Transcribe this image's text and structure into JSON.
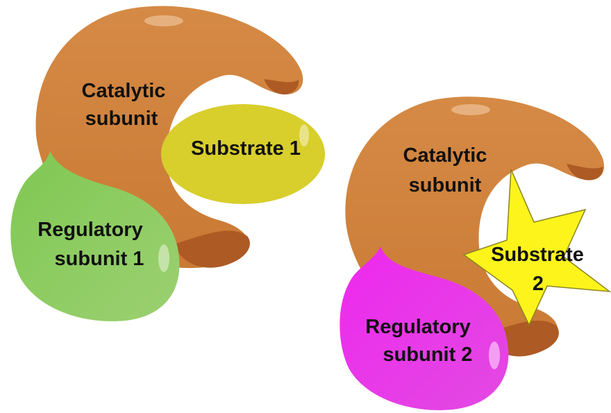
{
  "diagram": {
    "complex_1": {
      "catalytic": {
        "line1": "Catalytic",
        "line2": "subunit",
        "color": "#d5873f"
      },
      "substrate": {
        "text": "Substrate 1",
        "color": "#d7cc2b"
      },
      "regulatory": {
        "line1": "Regulatory",
        "line2": "subunit 1",
        "color": "#8cca5d"
      }
    },
    "complex_2": {
      "catalytic": {
        "line1": "Catalytic",
        "line2": "subunit",
        "color": "#d5873f"
      },
      "substrate": {
        "line1": "Substrate",
        "line2": "2",
        "color": "#fcf419"
      },
      "regulatory": {
        "line1": "Regulatory",
        "line2": "subunit 2",
        "color": "#ea2fea"
      }
    }
  }
}
